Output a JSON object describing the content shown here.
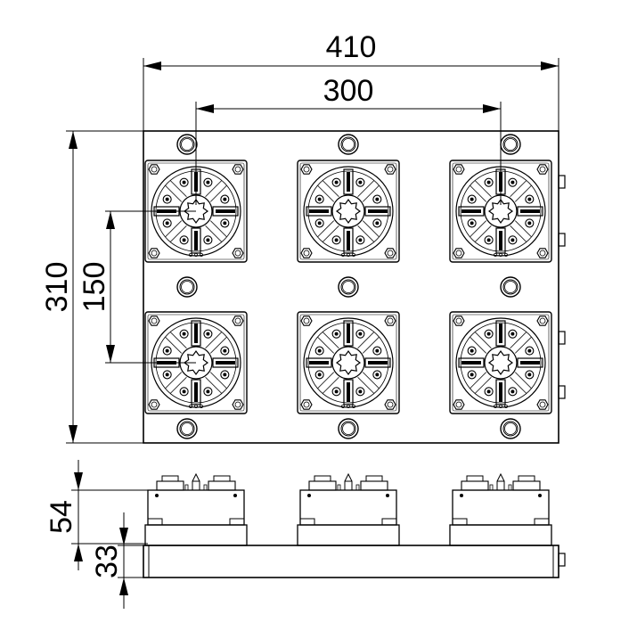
{
  "dimensions": {
    "overall_width": "410",
    "chuck_spacing_x": "300",
    "overall_depth": "310",
    "chuck_spacing_y": "150",
    "chuck_height": "54",
    "base_height": "33"
  },
  "layout": {
    "chuck_rows": 2,
    "chuck_columns": 3
  },
  "colors": {
    "line": "#000000",
    "background": "#ffffff"
  }
}
